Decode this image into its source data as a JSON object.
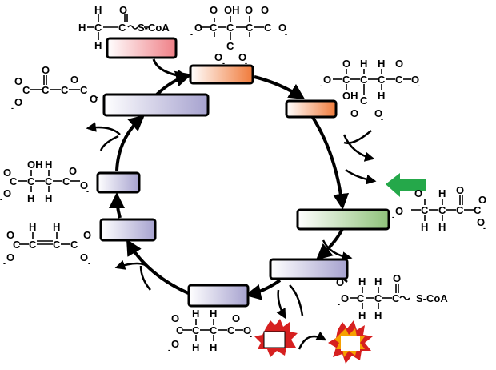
{
  "colors": {
    "acetyl_coa_box": "#ef7f86",
    "citrate_box": "#f07a3a",
    "isocitrate_box": "#f07a3a",
    "akg_box": "#9ccb86",
    "succinyl_box": "#a9a5d0",
    "succinate_box": "#a9a5d0",
    "fumarate_box": "#a9a5d0",
    "malate_box": "#a9a5d0",
    "oxaloacetate_box": "#a9a5d0",
    "green_arrow": "#25a84a",
    "star_outer": "#d62020",
    "star_inner": "#f6a000"
  },
  "molecules": {
    "acetyl_coa": {
      "H1": "H",
      "C1": "C",
      "H2": "H",
      "H3": "H",
      "C2": "C",
      "O": "O",
      "SCoA": "S-CoA"
    },
    "citrate": {
      "OH": "OH",
      "C": "C",
      "O": "O",
      "charge": "-"
    },
    "isocitrate": {
      "OH": "OH",
      "C": "C",
      "H": "H",
      "O": "O",
      "charge": "-"
    },
    "alpha_ketoglutarate": {
      "C": "C",
      "H": "H",
      "O": "O",
      "charge": "-"
    },
    "succinyl_coa": {
      "C": "C",
      "H": "H",
      "O": "O",
      "SCoA": "S-CoA",
      "charge": "-"
    },
    "succinate": {
      "C": "C",
      "H": "H",
      "O": "O",
      "charge": "-"
    },
    "fumarate": {
      "C": "C",
      "H": "H",
      "O": "O",
      "charge": "-"
    },
    "malate": {
      "OH": "OH",
      "C": "C",
      "H": "H",
      "O": "O",
      "charge": "-"
    },
    "oxaloacetate": {
      "C": "C",
      "O": "O",
      "charge": "-"
    }
  }
}
